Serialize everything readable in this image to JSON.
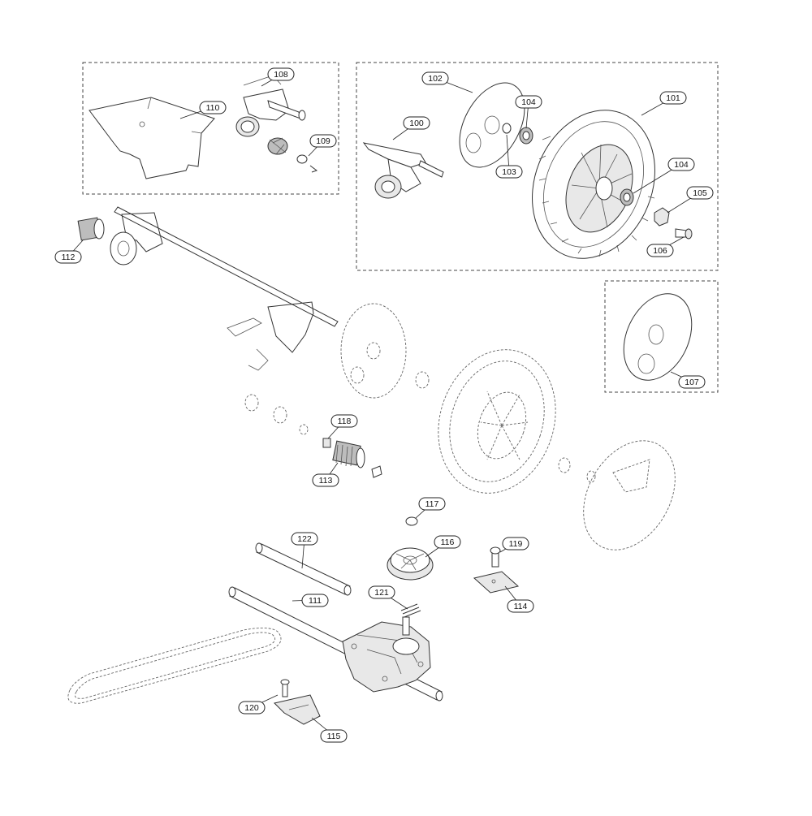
{
  "callouts": {
    "p100": "100",
    "p101": "101",
    "p102": "102",
    "p103": "103",
    "p104a": "104",
    "p104b": "104",
    "p105": "105",
    "p106": "106",
    "p107": "107",
    "p108": "108",
    "p109": "109",
    "p110": "110",
    "p111": "111",
    "p112": "112",
    "p113": "113",
    "p114": "114",
    "p115": "115",
    "p116": "116",
    "p117": "117",
    "p118": "118",
    "p119": "119",
    "p120": "120",
    "p121": "121",
    "p122": "122"
  }
}
